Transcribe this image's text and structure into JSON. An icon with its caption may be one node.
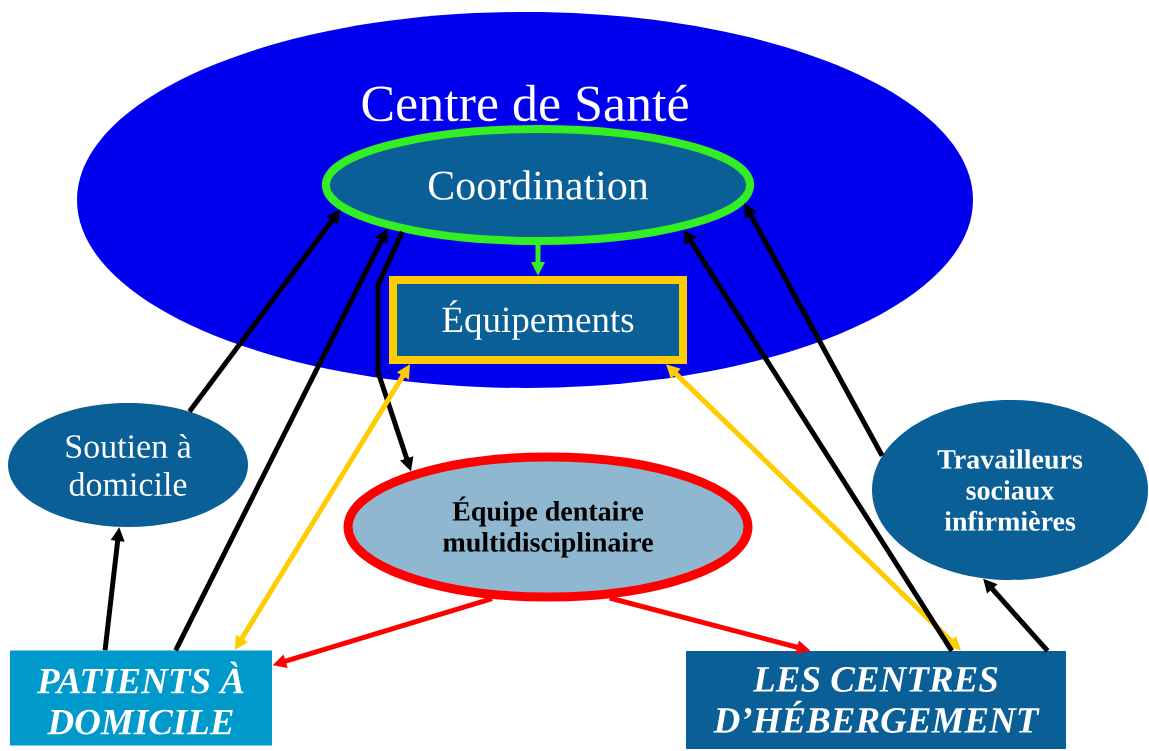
{
  "diagram": {
    "nodes": [
      {
        "text": [
          "Centre de Santé"
        ]
      },
      {
        "text": [
          "Coordination"
        ],
        "in": 0
      },
      {
        "text": [
          "Équipements"
        ],
        "in": 0
      },
      {
        "text": [
          "Soutien à domicile"
        ]
      },
      {
        "text": [
          "Équipe dentaire multidisciplinaire"
        ]
      },
      {
        "text": [
          "Travailleurs sociaux infirmières"
        ]
      },
      {
        "text": [
          "PATIENTS À DOMICILE"
        ]
      },
      {
        "text": [
          "LES CENTRES D’HÉBERGEMENT"
        ]
      }
    ],
    "edges": [
      {
        "from": 3,
        "to": 1,
        "arrow": "to"
      },
      {
        "from": 6,
        "to": 1,
        "arrow": "to"
      },
      {
        "from": 6,
        "to": 3,
        "arrow": "to"
      },
      {
        "from": 1,
        "to": 4,
        "arrow": "to"
      },
      {
        "from": 1,
        "to": 2,
        "arrow": "to",
        "color": "#33ee22"
      },
      {
        "from": 2,
        "to": 6,
        "arrow": "both",
        "color": "#ffcc00"
      },
      {
        "from": 2,
        "to": 7,
        "arrow": "both",
        "color": "#ffcc00"
      },
      {
        "from": 4,
        "to": 6,
        "arrow": "to",
        "color": "#ff0000"
      },
      {
        "from": 4,
        "to": 7,
        "arrow": "to",
        "color": "#ff0000"
      },
      {
        "from": 7,
        "to": 1,
        "arrow": "to"
      },
      {
        "from": 5,
        "to": 1,
        "arrow": "to"
      },
      {
        "from": 7,
        "to": 5,
        "arrow": "to"
      }
    ]
  }
}
